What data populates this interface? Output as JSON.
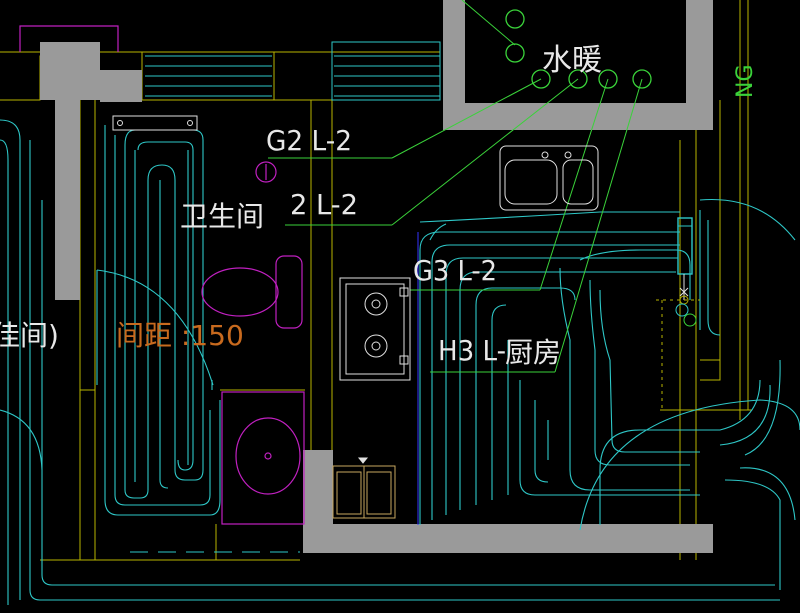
{
  "drawing": {
    "labels": {
      "heating": "水暖",
      "bathroom": "卫生间",
      "loop_g2": "G2 L-2",
      "loop_2l2": "2 L-2",
      "loop_g3": "G3 L-2",
      "loop_h3": "H3 L-",
      "kitchen": "厨房",
      "spacing": "间距 :150",
      "partial_room": "佳间)",
      "ng": "NG"
    },
    "colors": {
      "background": "#000000",
      "wall": "#9a9a9a",
      "heating_pipe": "#2ec7c7",
      "leader_line": "#3ad23a",
      "fixture": "#e0e0e0",
      "magenta": "#c020c0",
      "yellow": "#b8b400",
      "blue": "#3434ff",
      "label_orange": "#c86a1e"
    }
  }
}
